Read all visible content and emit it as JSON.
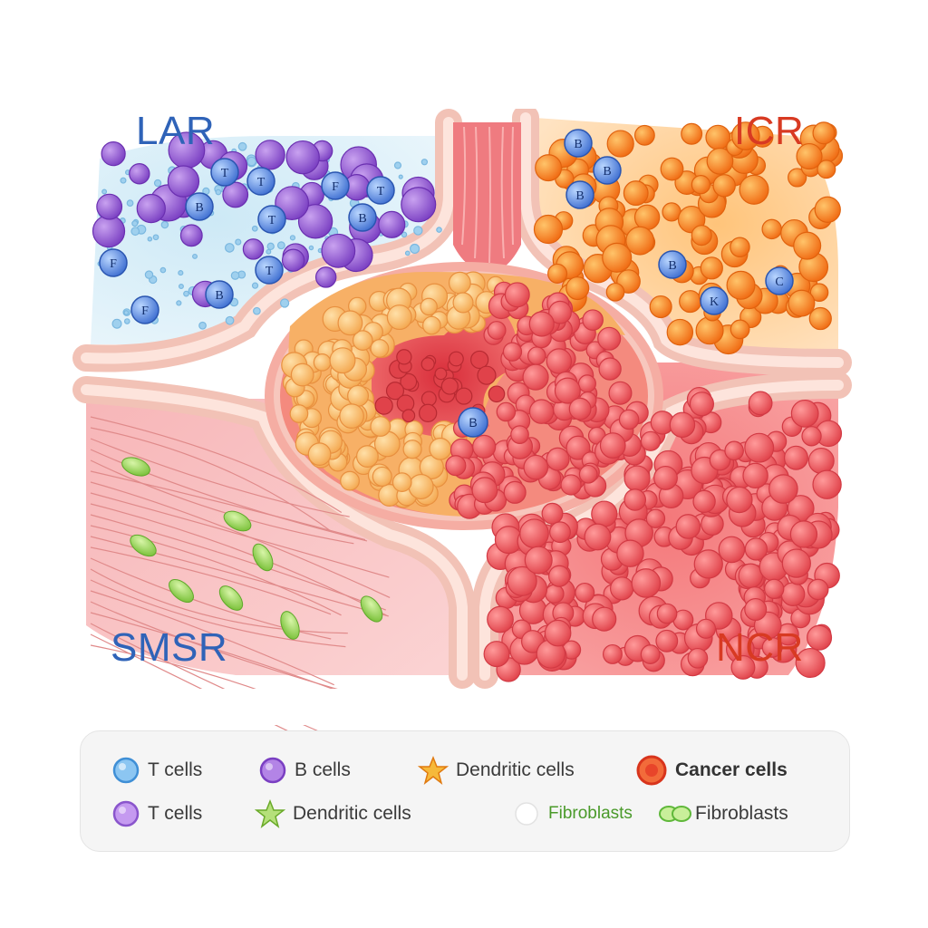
{
  "regions": {
    "top_left": "LAR",
    "top_right": "ICR",
    "bottom_left": "SMSR",
    "bottom_right": "NCR"
  },
  "region_colors": {
    "LAR": "#2f63b8",
    "ICR": "#d83a22",
    "SMSR": "#2f63b8",
    "NCR": "#d83a22"
  },
  "tcell_badges": [
    "T",
    "T",
    "F",
    "T",
    "B",
    "T",
    "B",
    "F",
    "T",
    "B",
    "F",
    "B",
    "B",
    "B",
    "B",
    "K",
    "C"
  ],
  "center_badge": "B",
  "legend": {
    "items": [
      {
        "label": "T cells",
        "icon": "blue-circle-icon",
        "color": "#5aa9e6"
      },
      {
        "label": "B cells",
        "icon": "purple-circle-icon",
        "color": "#8a55cc"
      },
      {
        "label": "Dendritic cells",
        "icon": "orange-star-icon",
        "color": "#f0a020"
      },
      {
        "label": "Cancer cells",
        "icon": "red-circle-icon",
        "color": "#e8452a"
      },
      {
        "label": "T cells",
        "icon": "purple-circle-icon",
        "color": "#9b5fd6"
      },
      {
        "label": "Dendritic cells",
        "icon": "green-star-icon",
        "color": "#8cc63f"
      },
      {
        "label": "Fibroblasts",
        "icon": "white-circle-icon",
        "color": "#ffffff"
      },
      {
        "label": "Fibroblasts",
        "icon": "green-double-oval-icon",
        "color": "#6cc24a"
      }
    ]
  }
}
